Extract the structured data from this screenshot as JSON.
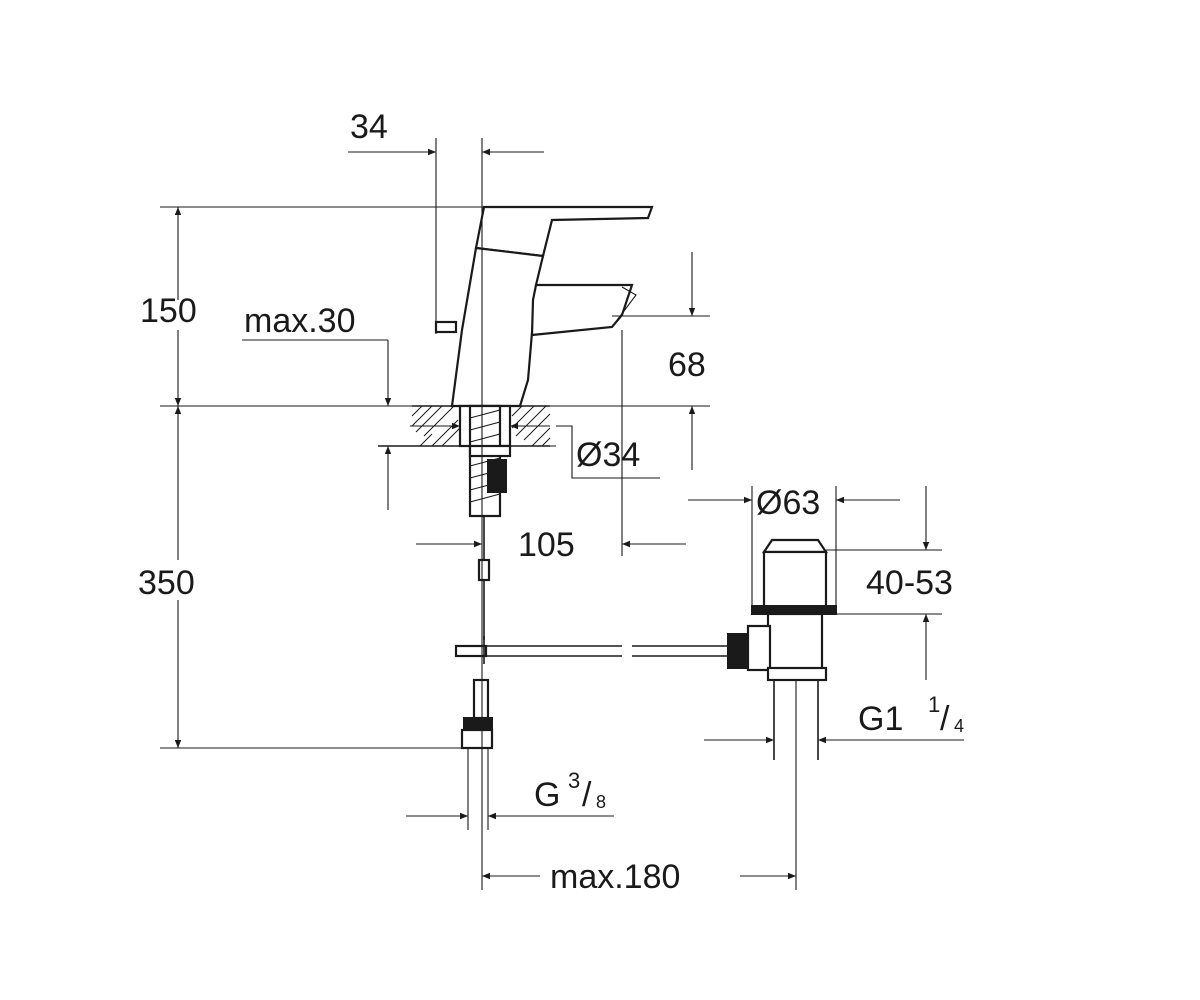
{
  "dimensions": {
    "top_width": "34",
    "spout_height": "150",
    "max_deck_thickness": "max.30",
    "outlet_height": "68",
    "hole_diameter": "Ø34",
    "projection": "105",
    "supply_length": "350",
    "waste_diameter": "Ø63",
    "plug_range": "40-53",
    "waste_thread": {
      "main": "G1",
      "numerator": "1",
      "slash": "/",
      "denominator": "4"
    },
    "supply_thread": {
      "main": "G",
      "numerator": "3",
      "slash": "/",
      "denominator": "8"
    },
    "max_rod_length": "max.180"
  }
}
